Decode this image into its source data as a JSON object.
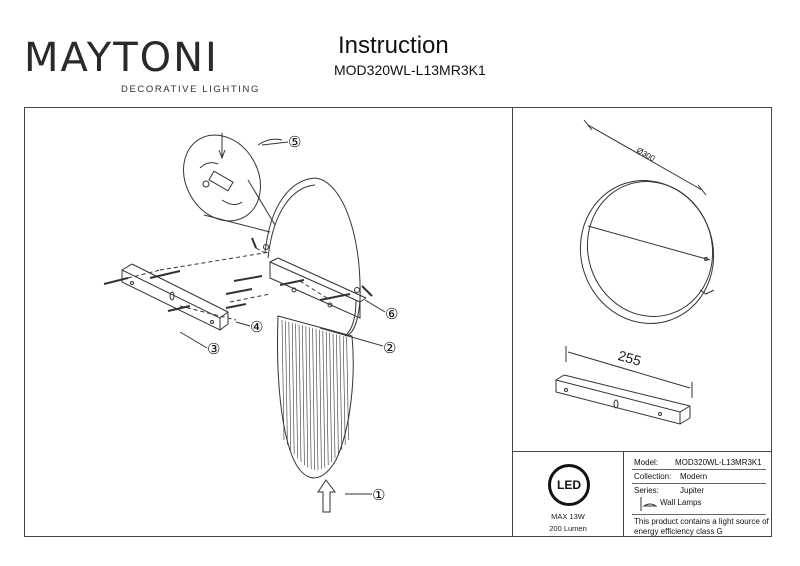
{
  "brand": {
    "name": "MAYTONI",
    "tagline": "DECORATIVE LIGHTING"
  },
  "header": {
    "title": "Instruction",
    "model": "MOD320WL-L13MR3K1"
  },
  "callouts": [
    "①",
    "②",
    "③",
    "④",
    "⑤",
    "⑥"
  ],
  "dimensions": {
    "diameter": "Ø300",
    "bracket_length": "255"
  },
  "led": {
    "badge": "LED",
    "power": "MAX 13W",
    "lumen": "200 Lumen"
  },
  "info": {
    "model_label": "Model:",
    "model_value": "MOD320WL-L13MR3K1",
    "collection_label": "Collection:",
    "collection_value": "Modern",
    "series_label": "Series:",
    "series_value": "Jupiter",
    "type_value": "Wall Lamps",
    "energy_line1": "This product contains a light source of",
    "energy_line2": "energy efficiency class G"
  },
  "colors": {
    "line": "#333333",
    "frame": "#444444"
  }
}
